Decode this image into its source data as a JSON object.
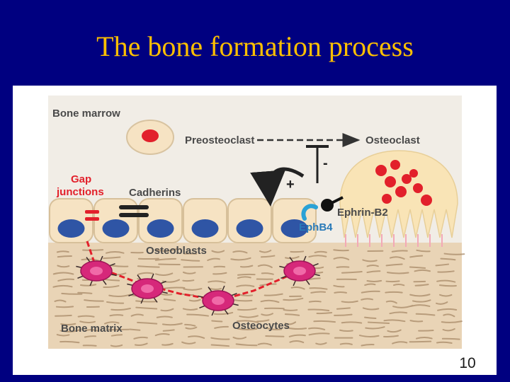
{
  "slide": {
    "title": "The bone formation process",
    "page_number": "10"
  },
  "diagram": {
    "labels": {
      "bone_marrow": "Bone marrow",
      "preosteoclast": "Preosteoclast",
      "osteoclast": "Osteoclast",
      "gap_junctions": "Gap\njunctions",
      "cadherins": "Cadherins",
      "plus": "+",
      "minus": "-",
      "ephrin_b2": "Ephrin-B2",
      "ephb4": "EphB4",
      "osteoblasts": "Osteoblasts",
      "bone_matrix": "Bone matrix",
      "osteocytes": "Osteocytes"
    },
    "colors": {
      "panel_background": "#f1ede6",
      "bone_matrix": "#e9d4b6",
      "osteoblast_cell": "#f6e3c3",
      "nucleus": "#2f55a5",
      "osteocyte": "#d6287a",
      "red_accent": "#e2202b",
      "ephb4_blue": "#2aa2d6",
      "slide_background": "#000080",
      "title_color": "#ffc000"
    }
  }
}
